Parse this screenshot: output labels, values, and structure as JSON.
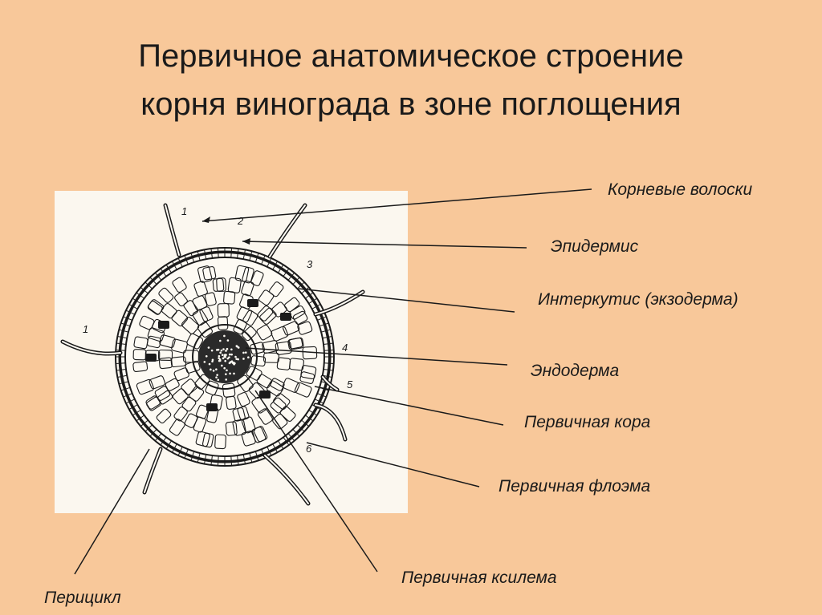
{
  "title": {
    "line1": "Первичное анатомическое строение",
    "line2": "корня винограда в зоне поглощения"
  },
  "labels": {
    "root_hairs": "Корневые волоски",
    "epidermis": "Эпидермис",
    "intercutis": "Интеркутис (экзодерма)",
    "endodermis": "Эндодерма",
    "primary_cortex": "Первичная кора",
    "primary_phloem": "Первичная флоэма",
    "primary_xylem": "Первичная ксилема",
    "pericycle": "Перицикл"
  },
  "figure_numbers": [
    "1",
    "2",
    "3",
    "4",
    "5",
    "6"
  ],
  "colors": {
    "background": "#f8c89a",
    "panel": "#fbf7ef",
    "ink": "#1a1a1a"
  }
}
